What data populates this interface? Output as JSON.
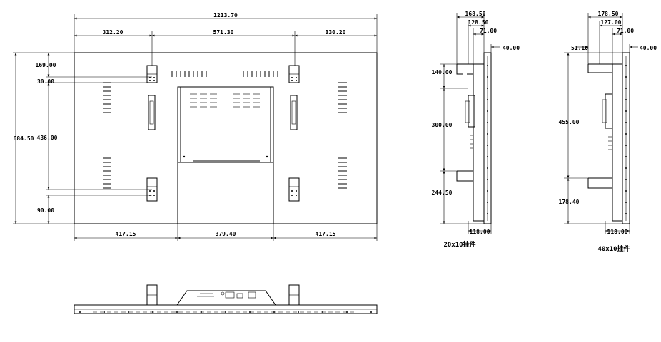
{
  "front_view": {
    "overall_width": "1213.70",
    "segment_left": "312.20",
    "segment_center": "571.30",
    "segment_right": "330.20",
    "overall_height": "684.50",
    "top_offset": "169.00",
    "bracket_offset": "30.00",
    "bracket_spacing": "436.00",
    "bottom_offset": "90.00",
    "bottom_left": "417.15",
    "bottom_center": "379.40",
    "bottom_right": "417.15"
  },
  "side_view_a": {
    "dim_top_1": "168.50",
    "dim_top_2": "128.50",
    "dim_top_3": "71.00",
    "dim_right": "40.00",
    "dim_v1": "140.00",
    "dim_v2": "300.00",
    "dim_v3": "244.50",
    "dim_bottom": "118.00",
    "caption": "20x10挂件"
  },
  "side_view_b": {
    "dim_top_1": "178.50",
    "dim_top_2": "127.00",
    "dim_top_3": "71.00",
    "dim_left": "51.10",
    "dim_right": "40.00",
    "dim_v1": "455.00",
    "dim_v2": "178.40",
    "dim_bottom": "118.00",
    "caption": "40x10挂件"
  }
}
